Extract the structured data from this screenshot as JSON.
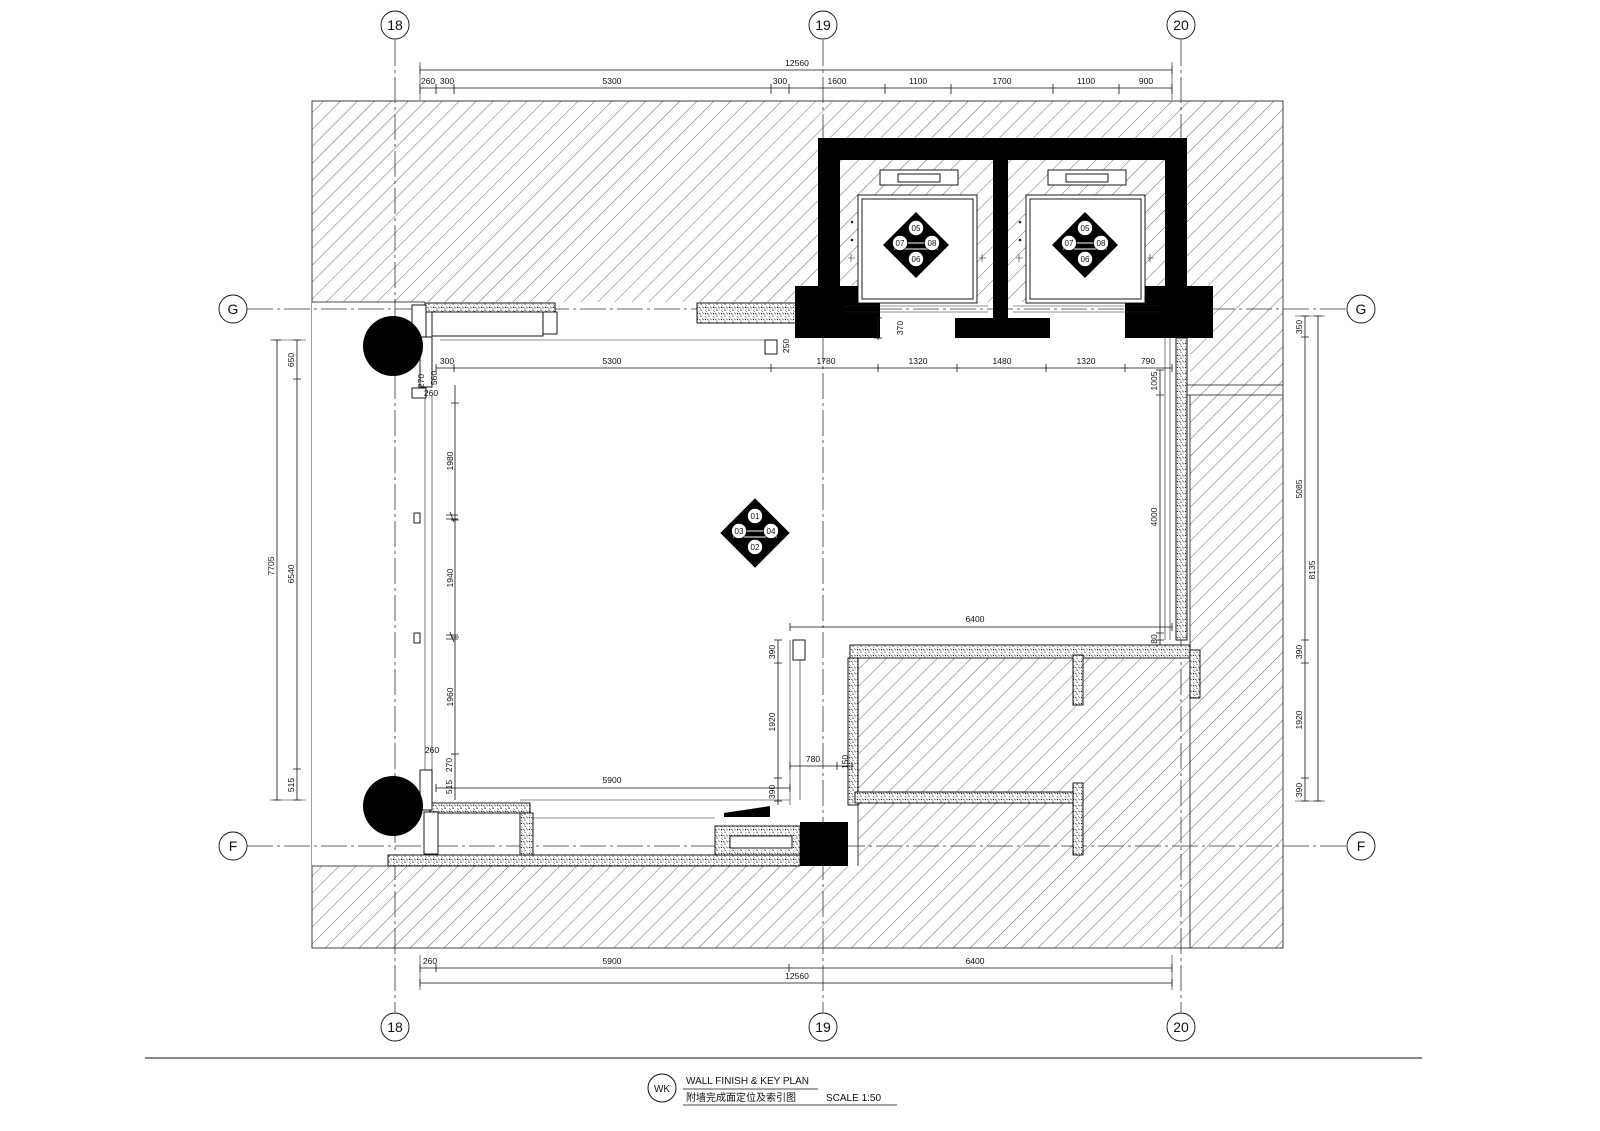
{
  "grid": {
    "col_18": "18",
    "col_19": "19",
    "col_20": "20",
    "row_g": "G",
    "row_f": "F"
  },
  "dims": {
    "top_total": "12560",
    "top": [
      "260",
      "300",
      "5300",
      "300",
      "1600",
      "1100",
      "1700",
      "1100",
      "900"
    ],
    "inner_top": [
      "300",
      "5300",
      "1780",
      "1320",
      "1480",
      "1320",
      "790"
    ],
    "inner_top_left": [
      "270",
      "560",
      "260"
    ],
    "left_total": "7705",
    "left": [
      "650",
      "6540",
      "515"
    ],
    "left_inner": [
      "1980",
      "1940",
      "1960"
    ],
    "left_inner_bottom": [
      "260",
      "270",
      "515"
    ],
    "right_total": "8135",
    "right": [
      "350",
      "5085",
      "390",
      "1920",
      "390"
    ],
    "right_inner": [
      "1005",
      "4000",
      "80"
    ],
    "mid_width": "6400",
    "mid_vertical": [
      "390",
      "1920",
      "390"
    ],
    "mid_small": [
      "780",
      "150"
    ],
    "room_bottom_width": "5900",
    "lift_door": "370",
    "entry_offset": "250",
    "bottom": [
      "260",
      "5900",
      "6400"
    ],
    "bottom_total": "12560"
  },
  "callouts": {
    "room": {
      "top": "01",
      "bottom": "02",
      "left": "03",
      "right": "04"
    },
    "lift": {
      "top": "05",
      "bottom": "06",
      "left": "07",
      "right": "08"
    }
  },
  "title_block": {
    "symbol": "WK",
    "title": "WALL FINISH & KEY PLAN",
    "subtitle": "附墙完成面定位及索引图",
    "scale": "SCALE 1:50"
  }
}
